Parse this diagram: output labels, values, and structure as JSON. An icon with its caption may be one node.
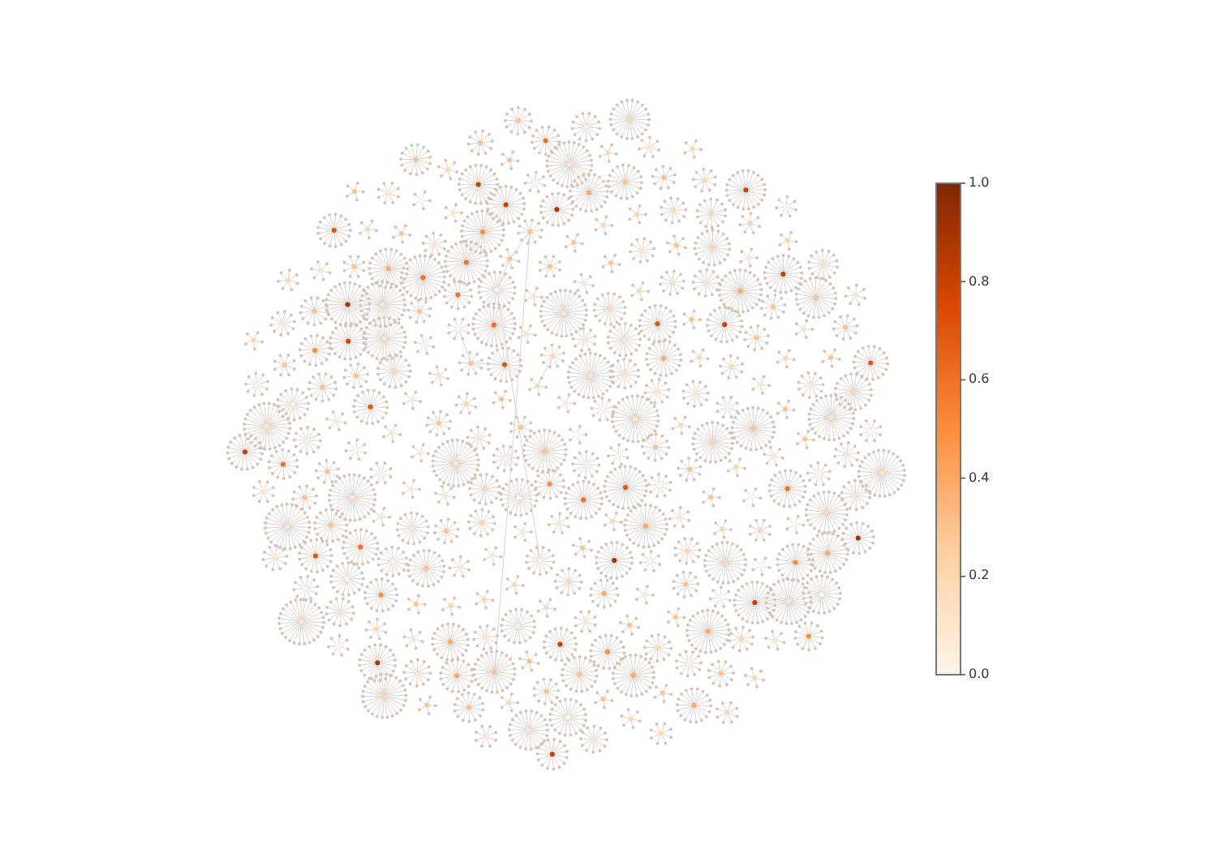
{
  "diagram": {
    "labels": [
      "1.0",
      "0.8",
      "0.6",
      "0.4",
      "0.2",
      "0.0"
    ]
  }
}
